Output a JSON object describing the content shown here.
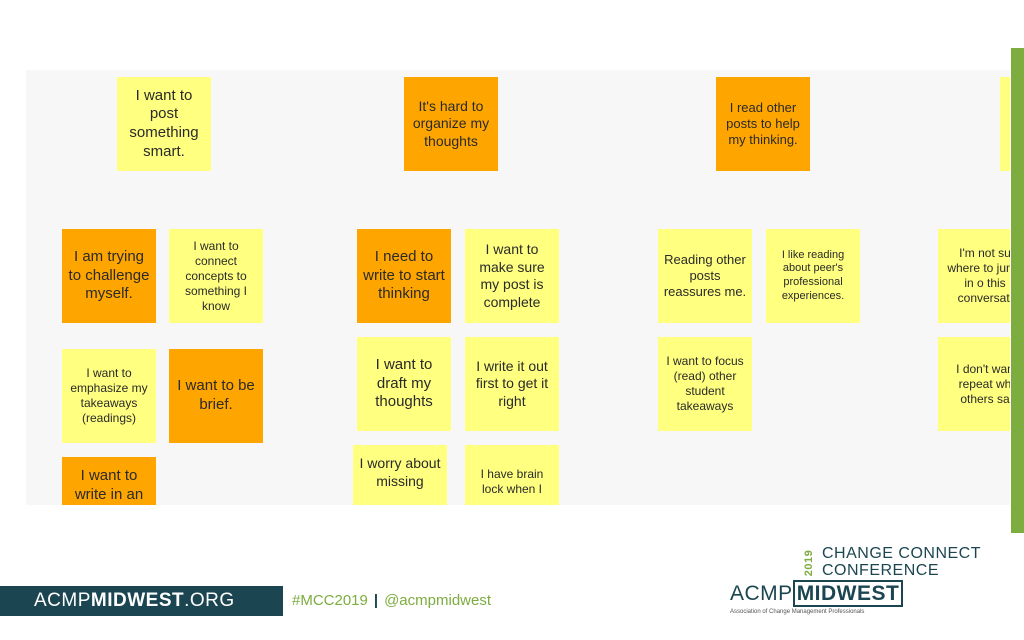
{
  "notes": [
    {
      "text": "I want to post something smart.",
      "color": "yellow"
    },
    {
      "text": "It's hard to organize my thoughts",
      "color": "orange"
    },
    {
      "text": "I read other posts to help my thinking.",
      "color": "orange"
    },
    {
      "text": "I am trying to challenge myself.",
      "color": "orange"
    },
    {
      "text": "I want to connect concepts to something I know",
      "color": "yellow"
    },
    {
      "text": "I want to emphasize my takeaways (readings)",
      "color": "yellow"
    },
    {
      "text": "I want to be brief.",
      "color": "orange"
    },
    {
      "text": "I want to write in an",
      "color": "orange"
    },
    {
      "text": "I need to write to start thinking",
      "color": "orange"
    },
    {
      "text": "I want to make sure my post is complete",
      "color": "yellow"
    },
    {
      "text": "I want to draft my thoughts",
      "color": "yellow"
    },
    {
      "text": "I write it out first to get it right",
      "color": "yellow"
    },
    {
      "text": "I worry about missing",
      "color": "yellow"
    },
    {
      "text": "I have brain lock when I",
      "color": "yellow"
    },
    {
      "text": "Reading other posts reassures me.",
      "color": "yellow"
    },
    {
      "text": "I like reading about peer's professional experiences.",
      "color": "yellow"
    },
    {
      "text": "I want to focus (read) other student takeaways",
      "color": "yellow"
    },
    {
      "text": "I'm not su where to jump in o this conversati",
      "color": "yellow"
    },
    {
      "text": "I don't wan repeat wh others sa",
      "color": "yellow"
    }
  ],
  "footer": {
    "site_prefix": "ACMP",
    "site_bold": "MIDWEST",
    "site_suffix": ".ORG",
    "hashtag": "#MCC2019",
    "separator": "|",
    "handle": "@acmpmidwest"
  },
  "logo": {
    "year": "2019",
    "line1": "CHANGE CONNECT",
    "line2": "CONFERENCE",
    "acmp": "ACMP",
    "midwest": "MIDWEST",
    "tagline": "Association of Change Management Professionals"
  },
  "colors": {
    "yellow": "#ffff80",
    "orange": "#ffa500",
    "accent": "#7dac3f",
    "navy": "#1b4651"
  }
}
